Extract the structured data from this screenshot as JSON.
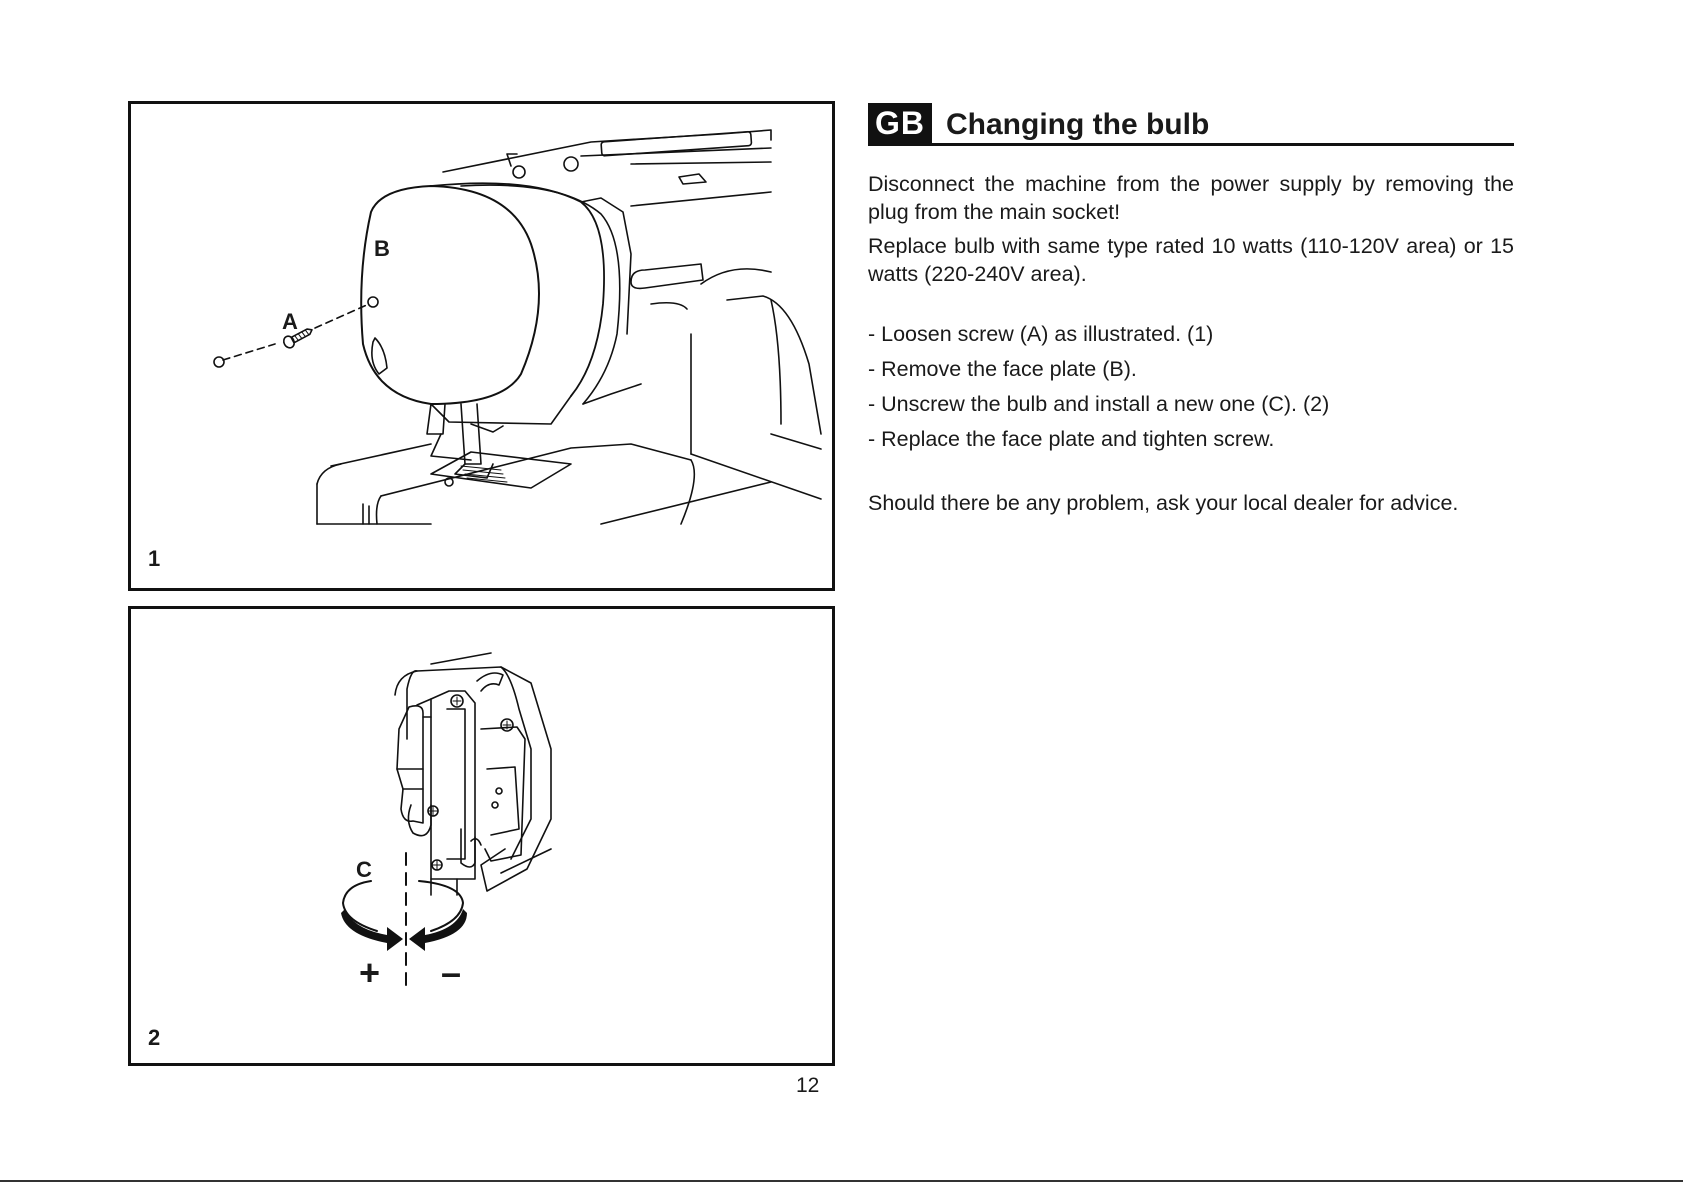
{
  "figures": [
    {
      "number": "1",
      "callouts": {
        "a": "A",
        "b": "B"
      }
    },
    {
      "number": "2",
      "callouts": {
        "c": "C",
        "plus": "+",
        "minus": "–"
      }
    }
  ],
  "section": {
    "lang_badge": "GB",
    "title": "Changing the bulb",
    "intro": [
      "Disconnect the machine from the power supply by removing the plug from the main socket!",
      "Replace bulb with same type rated 10 watts (110-120V area) or 15 watts (220-240V area)."
    ],
    "steps": [
      "- Loosen screw (A) as illustrated. (1)",
      "- Remove the face plate (B).",
      "- Unscrew the bulb and install a new one (C). (2)",
      "- Replace the face plate and tighten screw."
    ],
    "advice": "Should there be any problem, ask your local dealer for advice."
  },
  "page_number": "12",
  "icons": [
    "sewing-machine-illustration",
    "bulb-assembly-illustration",
    "rotation-arrows-icon"
  ]
}
